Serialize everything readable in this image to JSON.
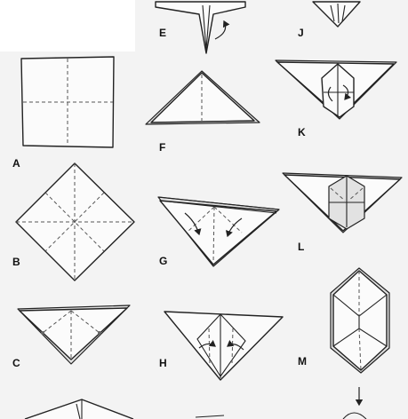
{
  "steps": [
    {
      "id": "A",
      "label": "A"
    },
    {
      "id": "B",
      "label": "B"
    },
    {
      "id": "C",
      "label": "C"
    },
    {
      "id": "E",
      "label": "E"
    },
    {
      "id": "F",
      "label": "F"
    },
    {
      "id": "G",
      "label": "G"
    },
    {
      "id": "H",
      "label": "H"
    },
    {
      "id": "J",
      "label": "J"
    },
    {
      "id": "K",
      "label": "K"
    },
    {
      "id": "L",
      "label": "L"
    },
    {
      "id": "M",
      "label": "M"
    }
  ],
  "colors": {
    "background": "#f3f3f3",
    "paper": "#fbfbfb",
    "shade": "#e2e2e2",
    "ink": "#222222"
  }
}
